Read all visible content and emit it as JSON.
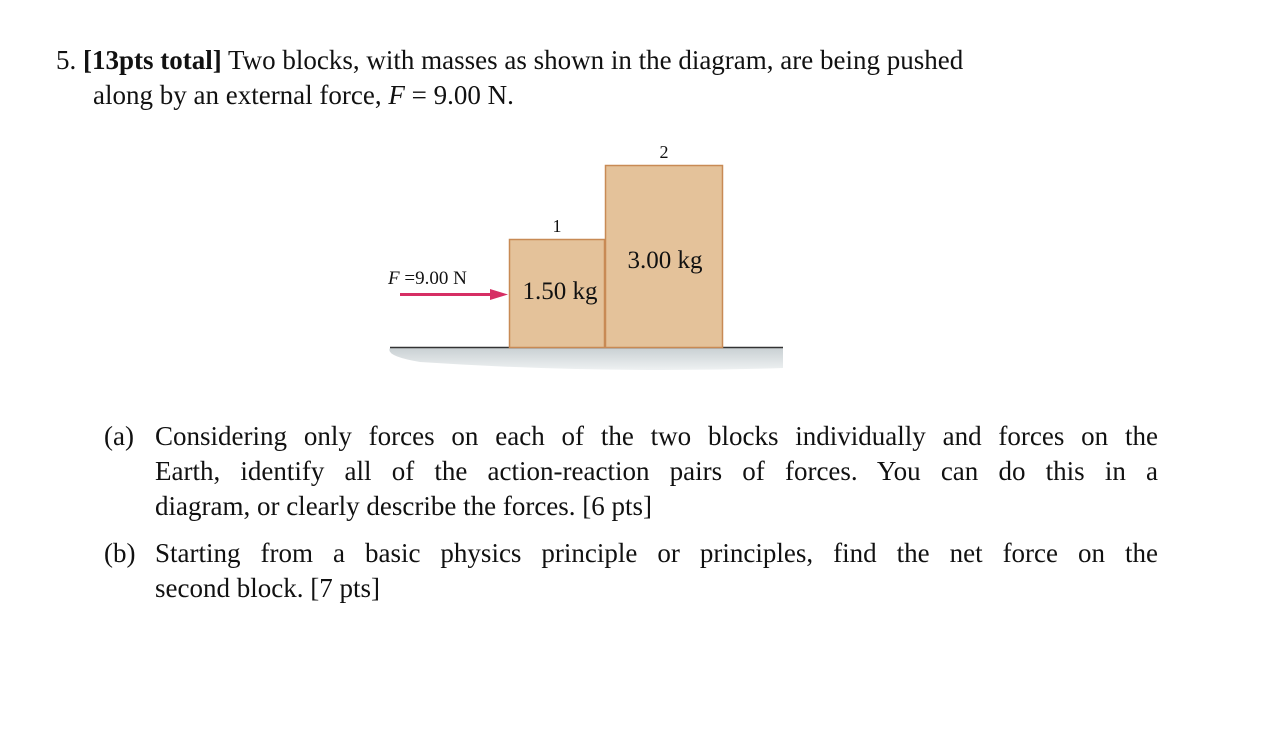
{
  "problem": {
    "number": "5.",
    "points": "[13pts total]",
    "line1": "Two blocks, with masses as shown in the diagram, are being pushed",
    "line2_prefix": "along by an external force, ",
    "force_symbol": "F",
    "line2_suffix": " = 9.00 N."
  },
  "diagram": {
    "force_label_symbol": "F",
    "force_label_value": " =9.00 N",
    "block1_number": "1",
    "block1_mass": "1.50 kg",
    "block2_number": "2",
    "block2_mass": "3.00 kg",
    "colors": {
      "block": "#e4c29a",
      "block_edge": "#c88a55",
      "arrow": "#d62e64",
      "floor": "#d3d9dc"
    }
  },
  "parts": [
    {
      "label": "(a)",
      "lines": [
        "Considering only forces on each of the two blocks individually and forces on the",
        "Earth, identify all of the action-reaction pairs of forces.  You can do this in a"
      ],
      "last": "diagram, or clearly describe the forces. [6 pts]"
    },
    {
      "label": "(b)",
      "lines": [
        "Starting from a basic physics principle or principles, find the net force on the"
      ],
      "last": "second block. [7 pts]"
    }
  ]
}
